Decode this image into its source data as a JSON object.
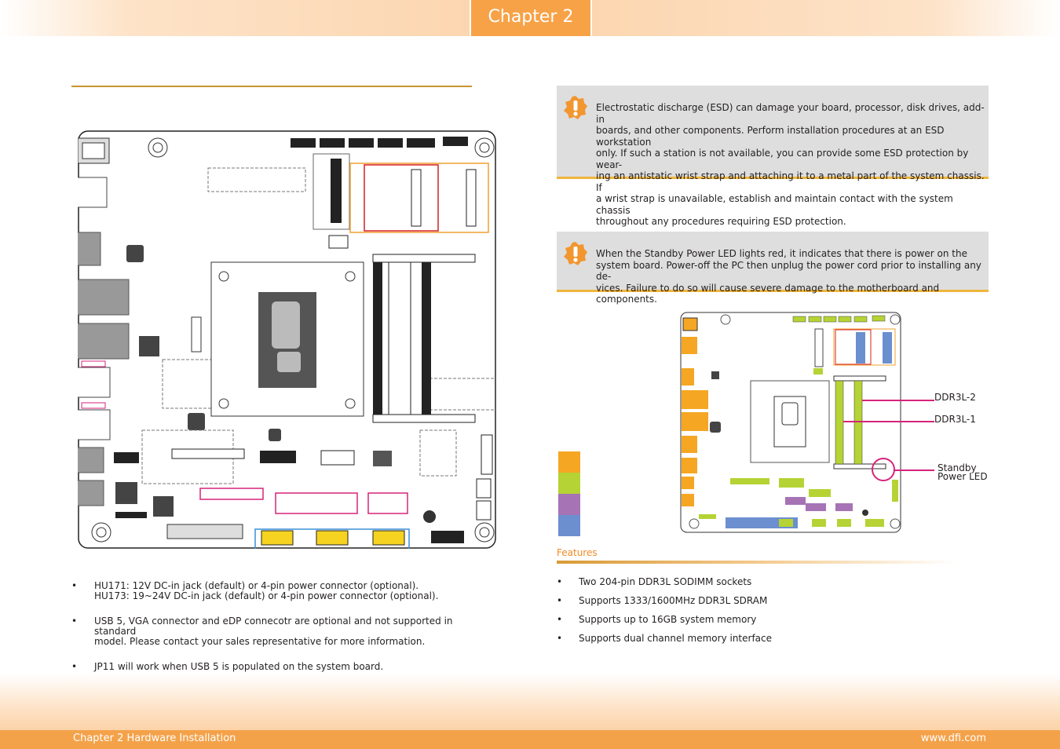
{
  "header": {
    "chapter_tab": "Chapter 2"
  },
  "notes": [
    {
      "lines": [
        "HU171: 12V DC-in jack (default) or 4-pin power connector (optional).",
        "HU173: 19~24V DC-in jack (default) or 4-pin power connector (optional)."
      ]
    },
    {
      "lines": [
        "USB 5, VGA connector and eDP connecotr are optional and not supported in standard",
        "model. Please contact your sales representative for more information."
      ]
    },
    {
      "lines": [
        "JP11 will work when USB 5 is populated on the system board."
      ]
    }
  ],
  "esd_warning": {
    "icon": "exclamation-icon",
    "lines": [
      "Electrostatic discharge (ESD) can damage your board, processor, disk drives, add-in",
      "boards, and other components. Perform installation procedures at an ESD workstation",
      "only. If such a station is not available, you can provide some ESD protection by wear-",
      "ing an antistatic wrist strap and attaching it to a metal part of the system chassis. If",
      "a wrist strap is unavailable, establish and maintain contact with the system chassis",
      "throughout any procedures requiring ESD protection."
    ]
  },
  "standby_warning": {
    "icon": "exclamation-icon",
    "lines": [
      "When the Standby Power LED lights red, it indicates that there is power on the",
      "system board. Power-off the PC then unplug the power cord prior to installing any de-",
      "vices. Failure to do so will cause severe damage to the motherboard and components."
    ]
  },
  "mini_board_labels": {
    "ddr2": "DDR3L-2",
    "ddr1": "DDR3L-1",
    "standby_1": "Standby",
    "standby_2": "Power LED"
  },
  "legend_colors": [
    "#f5a623",
    "#b5d334",
    "#a673b5",
    "#6b8fcf"
  ],
  "features": {
    "heading": "Features",
    "items": [
      "Two 204-pin DDR3L SODIMM sockets",
      "Supports 1333/1600MHz DDR3L SDRAM",
      "Supports up to 16GB system memory",
      "Supports dual channel memory interface"
    ]
  },
  "footer": {
    "left": "Chapter 2 Hardware Installation",
    "right": "www.dfi.com"
  },
  "colors": {
    "accent": "#f7a247",
    "rule": "#c8952e",
    "warning_bar": "#f0b53c",
    "highlight_magenta": "#d6247b"
  }
}
